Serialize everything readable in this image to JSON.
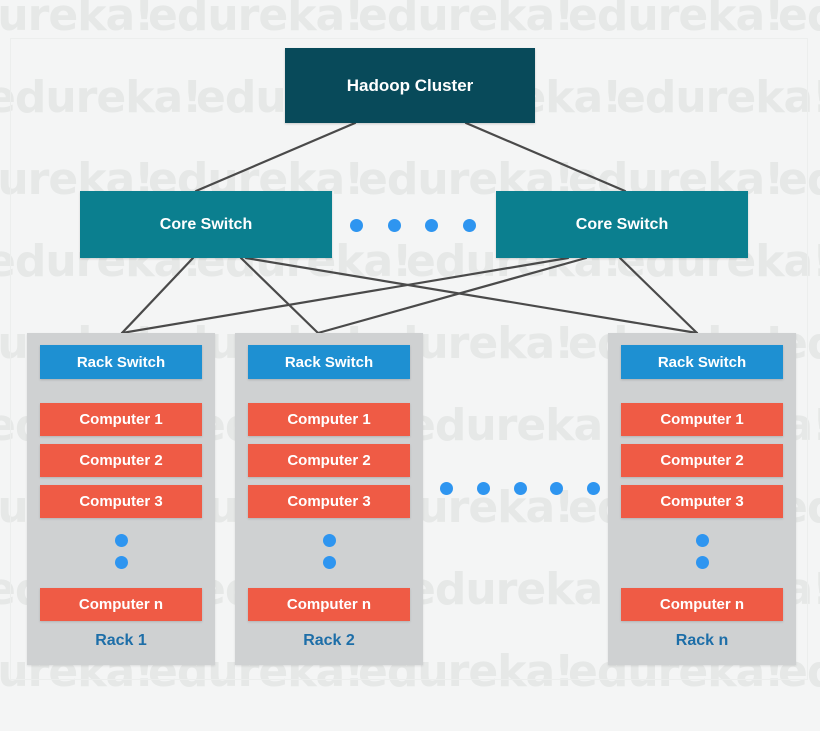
{
  "watermark": {
    "text": "edureka!",
    "color": "#e6e8e7"
  },
  "diagram": {
    "title_node": {
      "label": "Hadoop Cluster",
      "color": "#084a5a"
    },
    "core_switches": [
      {
        "label": "Core Switch",
        "color": "#0b7f8f"
      },
      {
        "label": "Core Switch",
        "color": "#0b7f8f"
      }
    ],
    "core_switch_ellipsis_dots": 4,
    "rack_ellipsis_dots": 5,
    "dot_color": "#2e95f0",
    "link_color": "#4a4a4a",
    "panel_color": "#cfd1d2",
    "racks": [
      {
        "switch_label": "Rack Switch",
        "switch_color": "#1e90d2",
        "computers": [
          "Computer 1",
          "Computer 2",
          "Computer 3"
        ],
        "vertical_dots": 2,
        "last_computer": "Computer n",
        "computer_color": "#ef5b45",
        "rack_label": "Rack 1",
        "rack_label_color": "#1d6ea8"
      },
      {
        "switch_label": "Rack Switch",
        "switch_color": "#1e90d2",
        "computers": [
          "Computer 1",
          "Computer 2",
          "Computer 3"
        ],
        "vertical_dots": 2,
        "last_computer": "Computer n",
        "computer_color": "#ef5b45",
        "rack_label": "Rack 2",
        "rack_label_color": "#1d6ea8"
      },
      {
        "switch_label": "Rack Switch",
        "switch_color": "#1e90d2",
        "computers": [
          "Computer 1",
          "Computer 2",
          "Computer 3"
        ],
        "vertical_dots": 2,
        "last_computer": "Computer n",
        "computer_color": "#ef5b45",
        "rack_label": "Rack n",
        "rack_label_color": "#1d6ea8"
      }
    ]
  }
}
